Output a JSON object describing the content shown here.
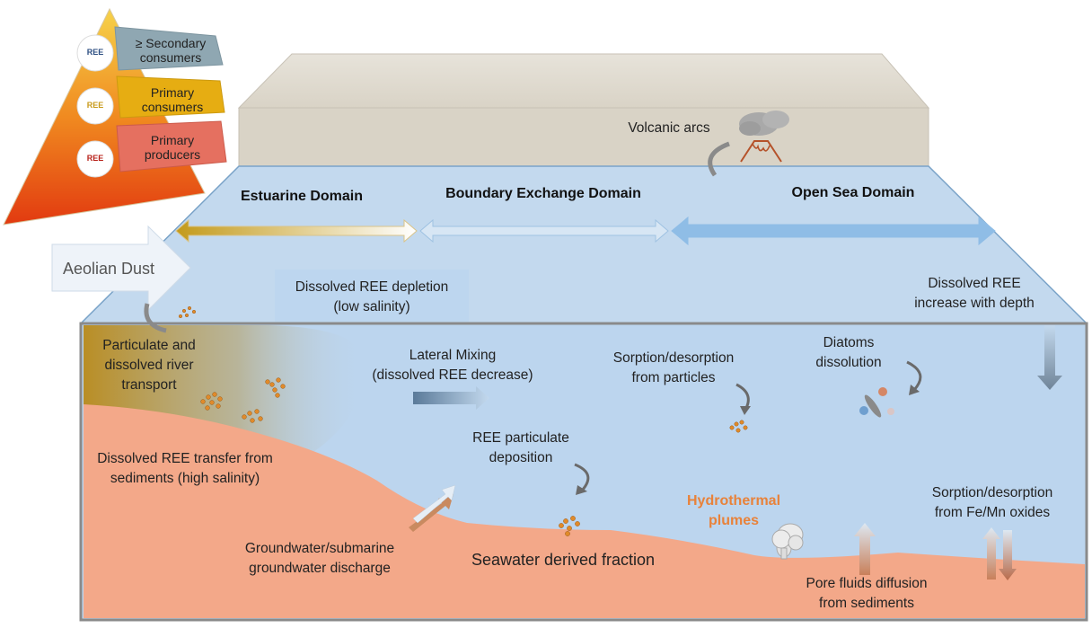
{
  "pyramid": {
    "levels": [
      {
        "label_line1": "≥ Secondary",
        "label_line2": "consumers",
        "badge": "REE",
        "color": "#8fa7b2"
      },
      {
        "label_line1": "Primary",
        "label_line2": "consumers",
        "badge": "REE",
        "color": "#e6ad12"
      },
      {
        "label_line1": "Primary",
        "label_line2": "producers",
        "badge": "REE",
        "color": "#e57060"
      }
    ]
  },
  "domains": {
    "estuarine": "Estuarine Domain",
    "boundary": "Boundary Exchange Domain",
    "open_sea": "Open Sea Domain"
  },
  "labels": {
    "volcanic_arcs": "Volcanic arcs",
    "aeolian_dust": "Aeolian Dust",
    "depletion_1": "Dissolved REE depletion",
    "depletion_2": "(low salinity)",
    "increase_1": "Dissolved REE",
    "increase_2": "increase with depth",
    "river_1": "Particulate and",
    "river_2": "dissolved river",
    "river_3": "transport",
    "mixing_1": "Lateral Mixing",
    "mixing_2": "(dissolved REE decrease)",
    "sorp_part_1": "Sorption/desorption",
    "sorp_part_2": "from particles",
    "diatoms_1": "Diatoms",
    "diatoms_2": "dissolution",
    "transfer_1": "Dissolved REE transfer from",
    "transfer_2": "sediments (high salinity)",
    "deposition_1": "REE particulate",
    "deposition_2": "deposition",
    "hydro_1": "Hydrothermal",
    "hydro_2": "plumes",
    "sorp_fe_1": "Sorption/desorption",
    "sorp_fe_2": "from Fe/Mn oxides",
    "ground_1": "Groundwater/submarine",
    "ground_2": "groundwater discharge",
    "seawater": "Seawater derived fraction",
    "pore_1": "Pore fluids diffusion",
    "pore_2": "from sediments"
  },
  "colors": {
    "water_surface": "#c3d9ee",
    "water_front": "#bcd5ee",
    "sediment": "#f3a889",
    "land": "#ddd7cc",
    "estuarine_arrow": "#c9a020",
    "open_sea_arrow": "#8fbde6",
    "hydrothermal_text": "#e8823a"
  }
}
